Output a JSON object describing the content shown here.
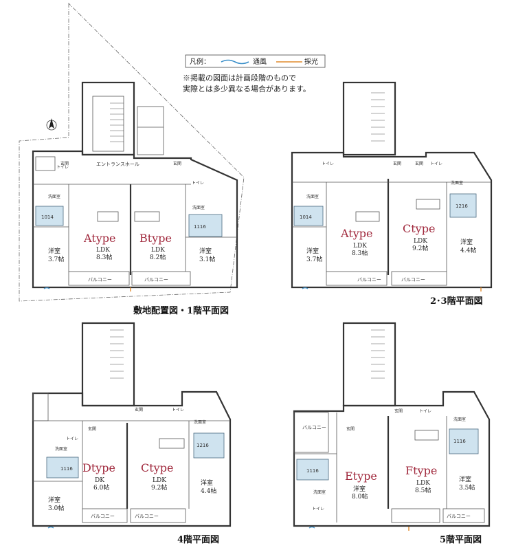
{
  "legend": {
    "title": "凡例：",
    "ventilation": "通風",
    "daylight": "採光",
    "colors": {
      "ventilation": "#3a8fc9",
      "daylight": "#e08a2c"
    }
  },
  "note": {
    "line1": "※掲載の図面は計画段階のもので",
    "line2": "実際とは多少異なる場合があります。"
  },
  "plans": {
    "f1": {
      "caption": "敷地配置図・1階平面図",
      "entrance_hall": "エントランスホール",
      "units": [
        {
          "type": "Atype",
          "ldk": "LDK",
          "ldk_size": "8.3帖",
          "room": "洋室",
          "room_size": "3.7帖",
          "bath": "1014",
          "washroom": "洗面室",
          "toilet": "トイレ",
          "genkan": "玄関",
          "balcony": "バルコニー"
        },
        {
          "type": "Btype",
          "ldk": "LDK",
          "ldk_size": "8.2帖",
          "room": "洋室",
          "room_size": "3.1帖",
          "bath": "1116",
          "washroom": "洗面室",
          "toilet": "トイレ",
          "genkan": "玄関",
          "balcony": "バルコニー"
        }
      ]
    },
    "f23": {
      "caption": "2･3階平面図",
      "units": [
        {
          "type": "Atype",
          "ldk": "LDK",
          "ldk_size": "8.3帖",
          "room": "洋室",
          "room_size": "3.7帖",
          "bath": "1014",
          "washroom": "洗面室",
          "toilet": "トイレ",
          "genkan": "玄関",
          "balcony": "バルコニー"
        },
        {
          "type": "Ctype",
          "ldk": "LDK",
          "ldk_size": "9.2帖",
          "room": "洋室",
          "room_size": "4.4帖",
          "bath": "1216",
          "washroom": "洗面室",
          "toilet": "トイレ",
          "genkan": "玄関",
          "balcony": "バルコニー"
        }
      ]
    },
    "f4": {
      "caption": "4階平面図",
      "units": [
        {
          "type": "Dtype",
          "ldk": "DK",
          "ldk_size": "6.0帖",
          "room": "洋室",
          "room_size": "3.0帖",
          "bath": "1116",
          "washroom": "洗面室",
          "toilet": "トイレ",
          "genkan": "玄関",
          "balcony": "バルコニー"
        },
        {
          "type": "Ctype",
          "ldk": "LDK",
          "ldk_size": "9.2帖",
          "room": "洋室",
          "room_size": "4.4帖",
          "bath": "1216",
          "washroom": "洗面室",
          "toilet": "トイレ",
          "genkan": "玄関",
          "balcony": "バルコニー"
        }
      ]
    },
    "f5": {
      "caption": "5階平面図",
      "units": [
        {
          "type": "Etype",
          "ldk": "洋室",
          "ldk_size": "8.0帖",
          "bath": "1116",
          "washroom": "洗面室",
          "toilet": "トイレ",
          "genkan": "玄関",
          "balcony": "バルコニー"
        },
        {
          "type": "Ftype",
          "ldk": "LDK",
          "ldk_size": "8.5帖",
          "room": "洋室",
          "room_size": "3.5帖",
          "bath": "1116",
          "washroom": "洗面室",
          "toilet": "トイレ",
          "genkan": "玄関",
          "balcony": "バルコニー"
        }
      ]
    }
  }
}
